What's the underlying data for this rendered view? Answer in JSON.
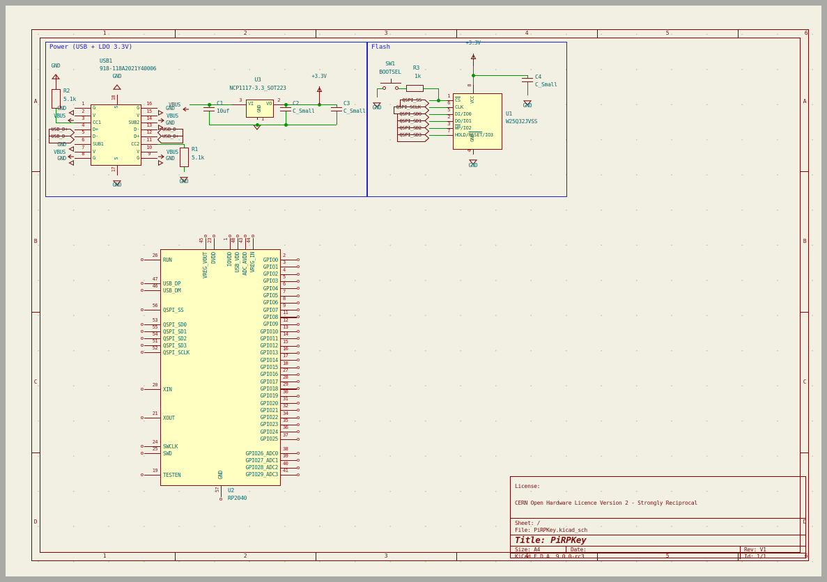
{
  "frame": {
    "columns": [
      "1",
      "2",
      "3",
      "4",
      "5",
      "6"
    ],
    "rows": [
      "A",
      "B",
      "C",
      "D"
    ]
  },
  "sections": {
    "power_title": "Power (USB + LDO 3.3V)",
    "flash_title": "Flash"
  },
  "title_block": {
    "license_label": "License:",
    "license": "CERN Open Hardware Licence Version 2 - Strongly Reciprocal",
    "sheet": "Sheet: /",
    "file": "File: PiRPKey.kicad_sch",
    "title": "Title: PiRPKey",
    "size": "Size: A4",
    "date": "Date:",
    "rev": "Rev: V1",
    "tool": "KiCad E.D.A. 9.0.0-rc3",
    "id": "Id: 1/1"
  },
  "colors": {
    "wire_green": "#009600",
    "symbol_outline": "#7f1315",
    "symbol_fill": "#ffffc2",
    "pin_name_teal": "#0a6a6a",
    "pin_number_red": "#a31515",
    "frame_maroon": "#840000",
    "section_blue": "#2222cc",
    "global_label": "#5e1414",
    "page_bg": "#f2efe3"
  },
  "power": {
    "usb1": {
      "ref": "USB1",
      "value": "918-118A2021Y40006",
      "left_pins": [
        {
          "num": "1",
          "name": "G",
          "net": "GND"
        },
        {
          "num": "2",
          "name": "V",
          "net": "VBUS"
        },
        {
          "num": "3",
          "name": "CC1",
          "net": ""
        },
        {
          "num": "4",
          "name": "D+",
          "net": "USB_D+"
        },
        {
          "num": "5",
          "name": "D-",
          "net": "USB_D-"
        },
        {
          "num": "6",
          "name": "SUB1",
          "net": "GND"
        },
        {
          "num": "7",
          "name": "V",
          "net": "VBUS"
        },
        {
          "num": "8",
          "name": "G",
          "net": "GND"
        }
      ],
      "right_pins": [
        {
          "num": "16",
          "name": "G",
          "net": "GND"
        },
        {
          "num": "15",
          "name": "V",
          "net": "VBUS"
        },
        {
          "num": "14",
          "name": "SUB2",
          "net": "GND"
        },
        {
          "num": "13",
          "name": "D-",
          "net": "USB_D-"
        },
        {
          "num": "12",
          "name": "D+",
          "net": "USB_D+"
        },
        {
          "num": "11",
          "name": "CC2",
          "net": ""
        },
        {
          "num": "10",
          "name": "V",
          "net": "VBUS"
        },
        {
          "num": "9",
          "name": "G",
          "net": "GND"
        }
      ],
      "top_pin": {
        "num": "18",
        "name": "S",
        "net": "GND"
      },
      "bottom_pin": {
        "num": "17",
        "name": "S",
        "net": "GND"
      }
    },
    "r2": {
      "ref": "R2",
      "value": "5.1k"
    },
    "r1": {
      "ref": "R1",
      "value": "5.1k"
    },
    "u3": {
      "ref": "U3",
      "value": "NCP1117-3.3_SOT223",
      "pin_left": {
        "num": "3",
        "name": "VI"
      },
      "pin_right": {
        "num": "2",
        "name": "VO"
      },
      "pin_bottom": {
        "num": "1",
        "name": "GND"
      }
    },
    "c1": {
      "ref": "C1",
      "value": "10uf"
    },
    "c2": {
      "ref": "C2",
      "value": "C_Small"
    },
    "c3": {
      "ref": "C3",
      "value": "C_Small"
    },
    "nets": {
      "vbus": "VBUS",
      "gnd": "GND",
      "p33": "+3.3V"
    }
  },
  "flash": {
    "sw1": {
      "ref": "SW1",
      "value": "BOOTSEL"
    },
    "r3": {
      "ref": "R3",
      "value": "1k"
    },
    "labels": [
      "QSPI_SS",
      "QSPI_SCLK",
      "QSPI_SD0",
      "QSPI_SD1",
      "QSPI_SD2",
      "QSPI_SD3"
    ],
    "u1": {
      "ref": "U1",
      "value": "W25Q32JVSS",
      "left_pins": [
        {
          "num": "1",
          "pre": "",
          "bar": "CS",
          "post": ""
        },
        {
          "num": "6",
          "pre": "CLK",
          "bar": "",
          "post": ""
        },
        {
          "num": "5",
          "pre": "DI/IO0",
          "bar": "",
          "post": ""
        },
        {
          "num": "2",
          "pre": "DO/IO1",
          "bar": "",
          "post": ""
        },
        {
          "num": "3",
          "pre": "",
          "bar": "WP",
          "post": "/IO2"
        },
        {
          "num": "7",
          "pre": "HOLD/",
          "bar": "RESET",
          "post": "/IO3"
        }
      ],
      "top_pin": {
        "num": "8",
        "name": "VCC"
      },
      "bottom_pin": {
        "num": "4",
        "name": "GND"
      }
    },
    "c4": {
      "ref": "C4",
      "value": "C_Small"
    },
    "nets": {
      "p33": "+3.3V",
      "gnd": "GND"
    }
  },
  "rp2040": {
    "ref": "U2",
    "value": "RP2040",
    "left_pins": [
      {
        "num": "26",
        "name": "RUN"
      },
      {
        "num": "47",
        "name": "USB_DP"
      },
      {
        "num": "46",
        "name": "USB_DM"
      },
      {
        "num": "56",
        "name": "QSPI_SS"
      },
      {
        "num": "53",
        "name": "QSPI_SD0"
      },
      {
        "num": "55",
        "name": "QSPI_SD1"
      },
      {
        "num": "54",
        "name": "QSPI_SD2"
      },
      {
        "num": "51",
        "name": "QSPI_SD3"
      },
      {
        "num": "52",
        "name": "QSPI_SCLK"
      },
      {
        "num": "20",
        "name": "XIN"
      },
      {
        "num": "21",
        "name": "XOUT"
      },
      {
        "num": "24",
        "name": "SWCLK"
      },
      {
        "num": "25",
        "name": "SWD"
      },
      {
        "num": "19",
        "name": "TESTEN"
      }
    ],
    "right_pins": [
      {
        "num": "2",
        "name": "GPIO0"
      },
      {
        "num": "3",
        "name": "GPIO1"
      },
      {
        "num": "4",
        "name": "GPIO2"
      },
      {
        "num": "5",
        "name": "GPIO3"
      },
      {
        "num": "6",
        "name": "GPIO4"
      },
      {
        "num": "7",
        "name": "GPIO5"
      },
      {
        "num": "8",
        "name": "GPIO6"
      },
      {
        "num": "9",
        "name": "GPIO7"
      },
      {
        "num": "11",
        "name": "GPIO8"
      },
      {
        "num": "12",
        "name": "GPIO9"
      },
      {
        "num": "13",
        "name": "GPIO10"
      },
      {
        "num": "14",
        "name": "GPIO11"
      },
      {
        "num": "15",
        "name": "GPIO12"
      },
      {
        "num": "16",
        "name": "GPIO13"
      },
      {
        "num": "17",
        "name": "GPIO14"
      },
      {
        "num": "18",
        "name": "GPIO15"
      },
      {
        "num": "27",
        "name": "GPIO16"
      },
      {
        "num": "28",
        "name": "GPIO17"
      },
      {
        "num": "29",
        "name": "GPIO18"
      },
      {
        "num": "30",
        "name": "GPIO19"
      },
      {
        "num": "31",
        "name": "GPIO20"
      },
      {
        "num": "32",
        "name": "GPIO21"
      },
      {
        "num": "34",
        "name": "GPIO22"
      },
      {
        "num": "35",
        "name": "GPIO23"
      },
      {
        "num": "36",
        "name": "GPIO24"
      },
      {
        "num": "37",
        "name": "GPIO25"
      },
      {
        "num": "38",
        "name": "GPIO26_ADC0"
      },
      {
        "num": "39",
        "name": "GPIO27_ADC1"
      },
      {
        "num": "40",
        "name": "GPIO28_ADC2"
      },
      {
        "num": "41",
        "name": "GPIO29_ADC3"
      }
    ],
    "top_pins": [
      {
        "num": "45",
        "name": "VREG_VOUT"
      },
      {
        "num": "23",
        "name": "DVDD"
      },
      {
        "num": "1",
        "name": "IOVDD"
      },
      {
        "num": "48",
        "name": "USB_VDD"
      },
      {
        "num": "43",
        "name": "ADC_AVDD"
      },
      {
        "num": "44",
        "name": "VREG_IN"
      }
    ],
    "bottom_pin": {
      "num": "57",
      "name": "GND"
    }
  }
}
